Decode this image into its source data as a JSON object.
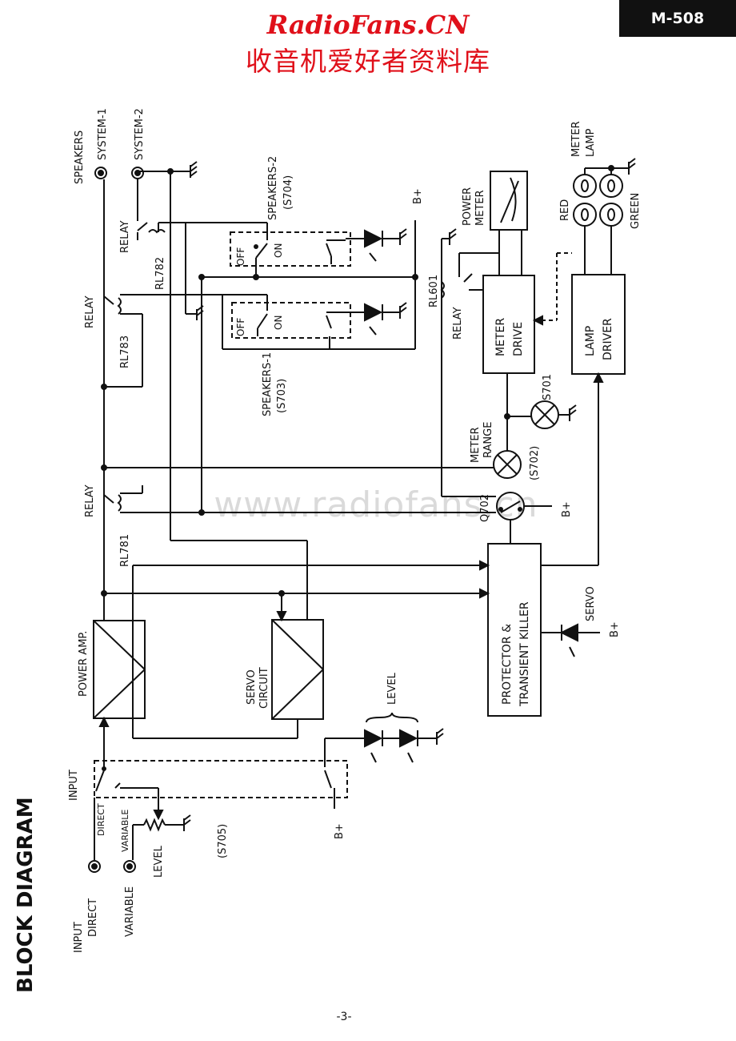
{
  "header": {
    "model": "M-508",
    "watermark_title": "RadioFans.CN",
    "watermark_subtitle": "收音机爱好者资料库",
    "watermark_web": "www.radiofans.cn"
  },
  "diagram": {
    "title": "BLOCK DIAGRAM",
    "blocks": {
      "power_amp": "POWER AMP.",
      "servo_circuit": [
        "SERVO",
        "CIRCUIT"
      ],
      "protector": [
        "PROTECTOR &",
        "TRANSIENT KILLER"
      ],
      "meter_drive": [
        "METER",
        "DRIVE"
      ],
      "lamp_driver": [
        "LAMP",
        "DRIVER"
      ],
      "power_meter": [
        "POWER",
        "METER"
      ]
    },
    "labels": {
      "speakers": "SPEAKERS",
      "system1": "SYSTEM-1",
      "system2": "SYSTEM-2",
      "relay": "RELAY",
      "rl782": "RL782",
      "rl783": "RL783",
      "rl781": "RL781",
      "rl601": "RL601",
      "spk2": "SPEAKERS-2",
      "s704": "(S704)",
      "spk1": "SPEAKERS-1",
      "s703": "(S703)",
      "off": "OFF",
      "on": "ON",
      "bplus": "B+",
      "meter_lamp": [
        "METER",
        "LAMP"
      ],
      "red": "RED",
      "green": "GREEN",
      "s701": "S701",
      "meter_range": [
        "METER",
        "RANGE"
      ],
      "s702": "(S702)",
      "q702": "Q702",
      "servo": "SERVO",
      "level": "LEVEL",
      "input": "INPUT",
      "direct": "DIRECT",
      "variable": "VARIABLE",
      "s705": "(S705)",
      "input_jacks": [
        "INPUT",
        "DIRECT"
      ]
    }
  },
  "footer": {
    "page": "-3-"
  }
}
